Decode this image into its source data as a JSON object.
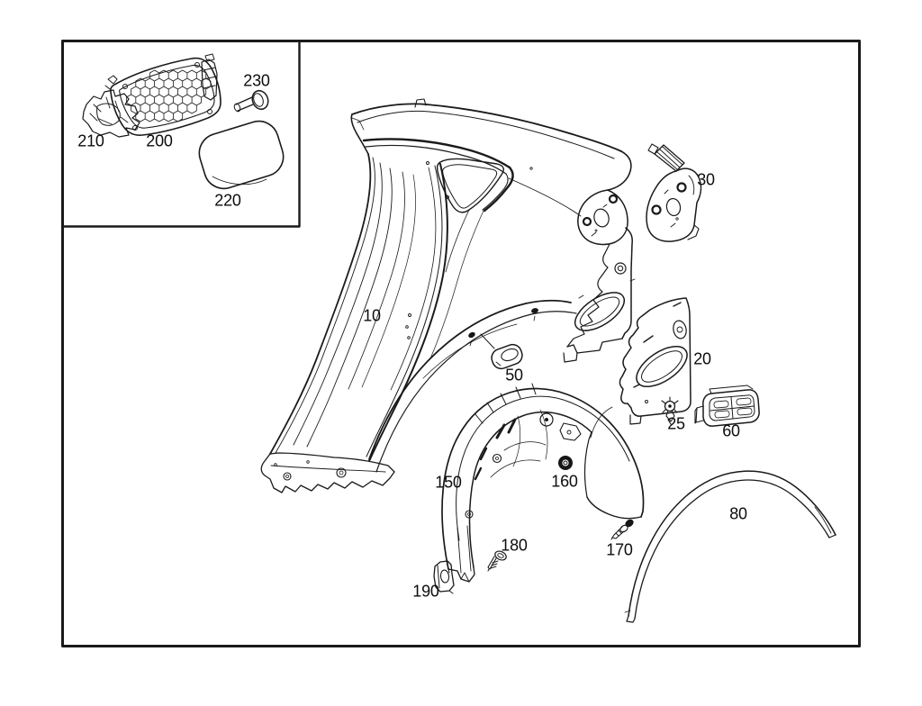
{
  "colors": {
    "background": "#ffffff",
    "line": "#1a1a1a"
  },
  "callouts": [
    {
      "part": "210"
    },
    {
      "part": "200"
    },
    {
      "part": "230"
    },
    {
      "part": "220"
    },
    {
      "part": "30"
    },
    {
      "part": "10"
    },
    {
      "part": "50"
    },
    {
      "part": "20"
    },
    {
      "part": "25"
    },
    {
      "part": "60"
    },
    {
      "part": "150"
    },
    {
      "part": "160"
    },
    {
      "part": "80"
    },
    {
      "part": "180"
    },
    {
      "part": "170"
    },
    {
      "part": "190"
    }
  ]
}
